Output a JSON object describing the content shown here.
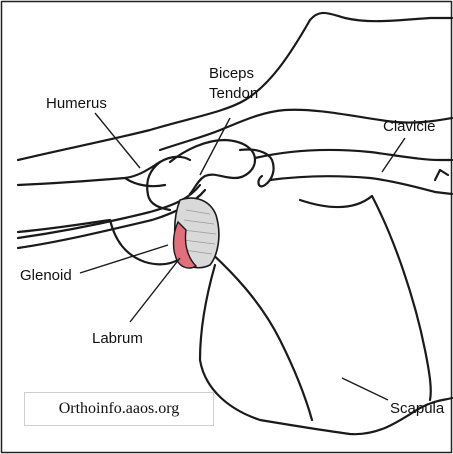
{
  "labels": {
    "humerus": "Humerus",
    "biceps_line1": "Biceps",
    "biceps_line2": "Tendon",
    "clavicle": "Clavicle",
    "glenoid": "Glenoid",
    "labrum": "Labrum",
    "scapula": "Scapula"
  },
  "credit": "Orthoinfo.aaos.org",
  "colors": {
    "outline": "#1a1a1a",
    "labrum_fill": "#e0707c",
    "cartilage_fill": "#d9d9d9"
  }
}
